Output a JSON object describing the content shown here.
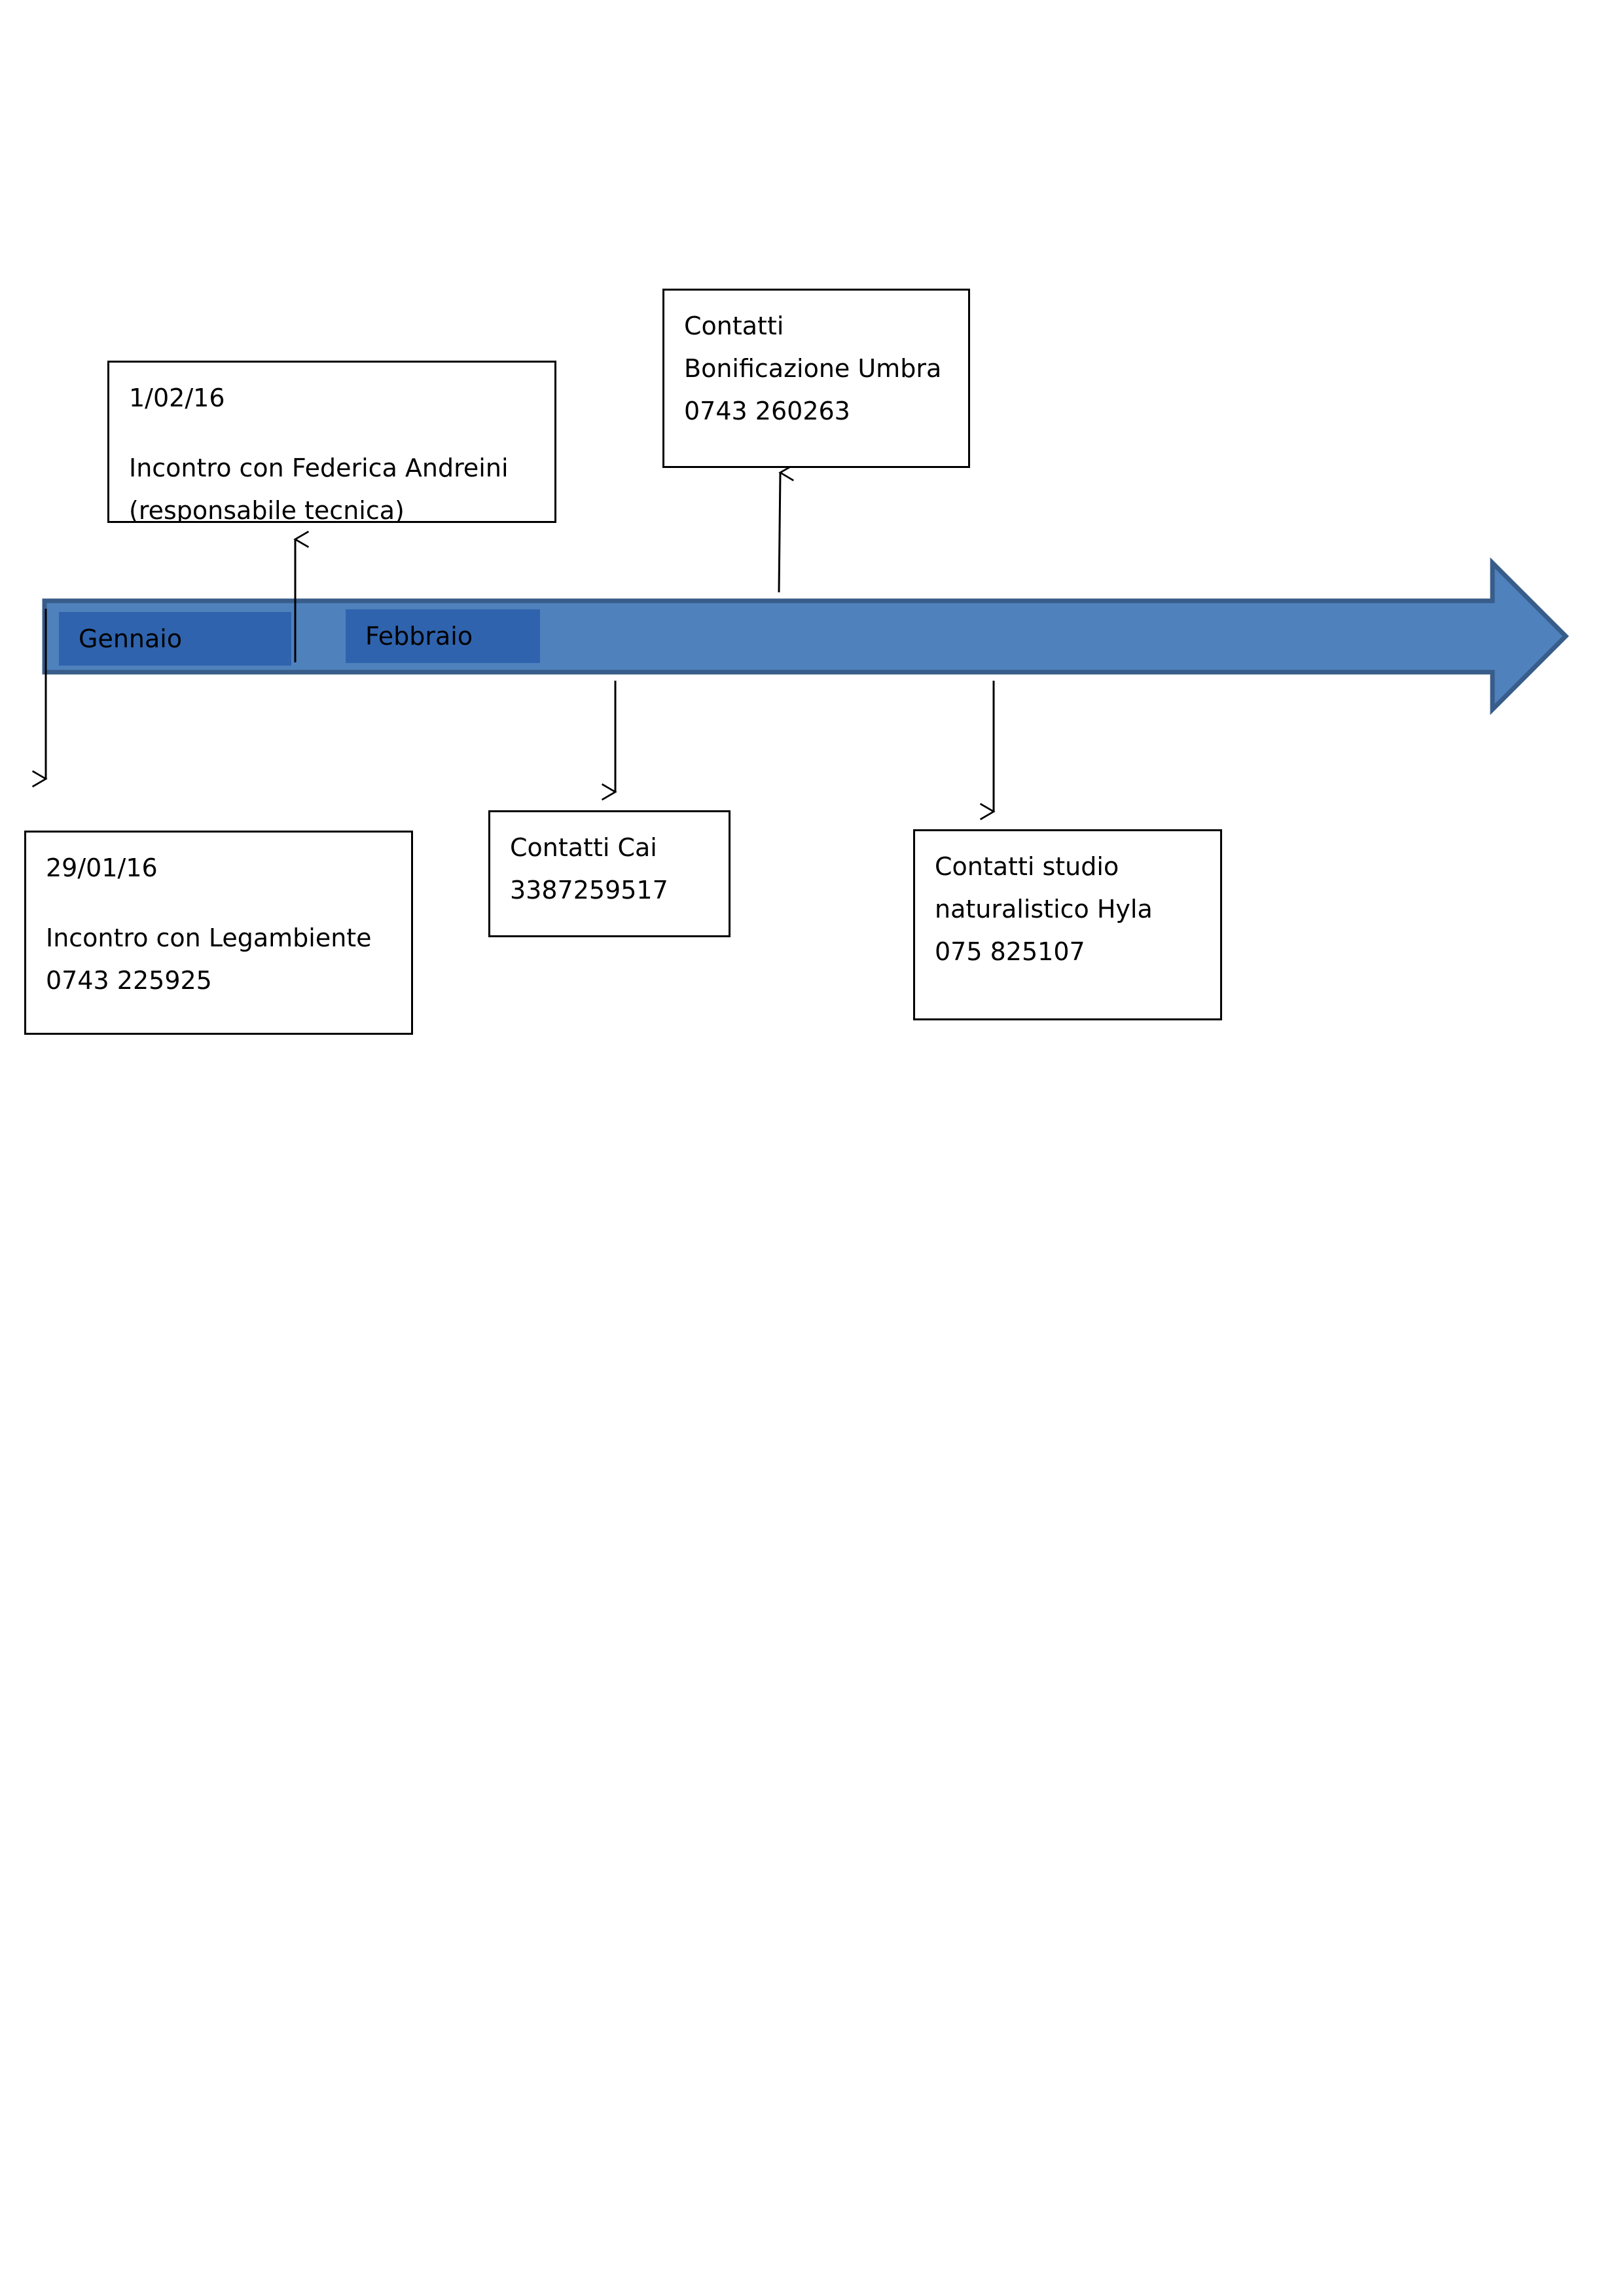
{
  "colors": {
    "arrow_fill": "#4f81bd",
    "arrow_stroke": "#385d8a",
    "month_fill": "#2f63ad",
    "box_border": "#000000"
  },
  "timeline": {
    "months": [
      "Gennaio",
      "Febbraio"
    ]
  },
  "events": {
    "federica": {
      "date": "1/02/16",
      "lines": [
        "Incontro con Federica Andreini",
        "(responsabile tecnica)"
      ]
    },
    "bonificazione": {
      "lines": [
        "Contatti",
        "Bonificazione Umbra",
        "0743 260263"
      ]
    },
    "legambiente": {
      "date": "29/01/16",
      "lines": [
        "Incontro con Legambiente",
        "0743 225925"
      ]
    },
    "cai": {
      "lines": [
        "Contatti Cai",
        "3387259517"
      ]
    },
    "hyla": {
      "lines": [
        "Contatti studio",
        "naturalistico Hyla",
        "075 825107"
      ]
    }
  }
}
